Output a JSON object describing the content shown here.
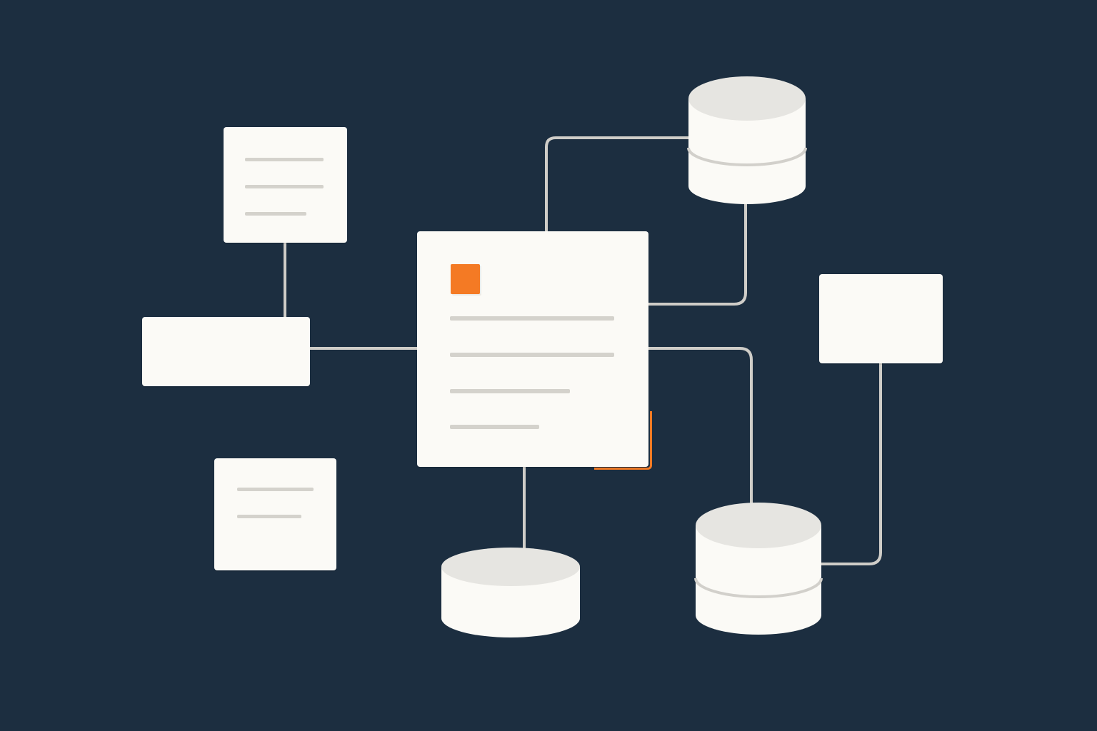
{
  "colors": {
    "background": "#1c2e40",
    "card": "#fbfaf6",
    "bar": "#d4d2cc",
    "connector": "#cfcdc8",
    "accent": "#f47a24",
    "db_top": "#e6e5e1",
    "db_band": "#d2d0cb"
  },
  "nodes": [
    {
      "id": "top-left-card",
      "kind": "document-card",
      "text_lines": 3
    },
    {
      "id": "left-box",
      "kind": "plain-box"
    },
    {
      "id": "bottom-left-card",
      "kind": "document-card",
      "text_lines": 2
    },
    {
      "id": "central-card",
      "kind": "document-card",
      "text_lines": 4,
      "accent": true
    },
    {
      "id": "right-box",
      "kind": "plain-box"
    },
    {
      "id": "top-database",
      "kind": "database",
      "tiers": 2
    },
    {
      "id": "bottom-center-database",
      "kind": "database",
      "tiers": 1
    },
    {
      "id": "bottom-right-database",
      "kind": "database",
      "tiers": 2
    }
  ],
  "edges": [
    {
      "from": "top-left-card",
      "to": "left-box"
    },
    {
      "from": "left-box",
      "to": "central-card"
    },
    {
      "from": "central-card",
      "to": "top-database"
    },
    {
      "from": "top-database",
      "to": "central-card"
    },
    {
      "from": "central-card",
      "to": "bottom-right-database"
    },
    {
      "from": "central-card",
      "to": "bottom-center-database"
    },
    {
      "from": "right-box",
      "to": "bottom-right-database"
    }
  ]
}
